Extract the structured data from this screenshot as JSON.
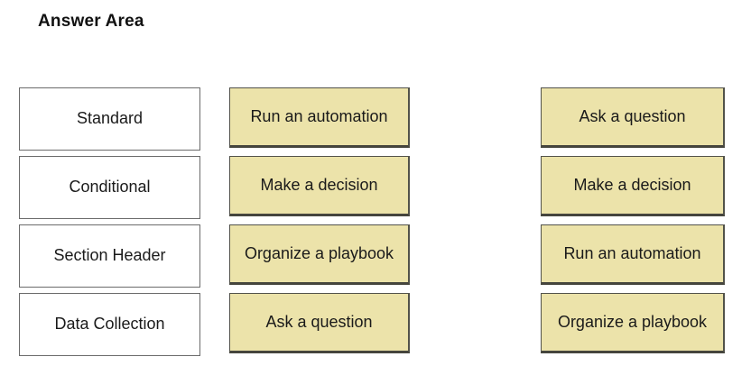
{
  "page": {
    "title": "Answer Area"
  },
  "colors": {
    "tan_fill": "#ece3aa",
    "tan_border": "#52524a",
    "tan_border_dark": "#45453d",
    "white_box_border": "#6b6b6b",
    "text_color": "#1a1a1a",
    "page_bg": "#ffffff"
  },
  "left_column": {
    "description": "category labels",
    "items": [
      {
        "label": "Standard"
      },
      {
        "label": "Conditional"
      },
      {
        "label": "Section Header"
      },
      {
        "label": "Data Collection"
      }
    ]
  },
  "middle_column": {
    "description": "draggable option boxes",
    "items": [
      {
        "label": "Run an automation"
      },
      {
        "label": "Make a decision"
      },
      {
        "label": "Organize a playbook"
      },
      {
        "label": "Ask a question"
      }
    ]
  },
  "right_column": {
    "description": "answer slot boxes",
    "items": [
      {
        "label": "Ask a question"
      },
      {
        "label": "Make a decision"
      },
      {
        "label": "Run an automation"
      },
      {
        "label": "Organize a playbook"
      }
    ]
  }
}
